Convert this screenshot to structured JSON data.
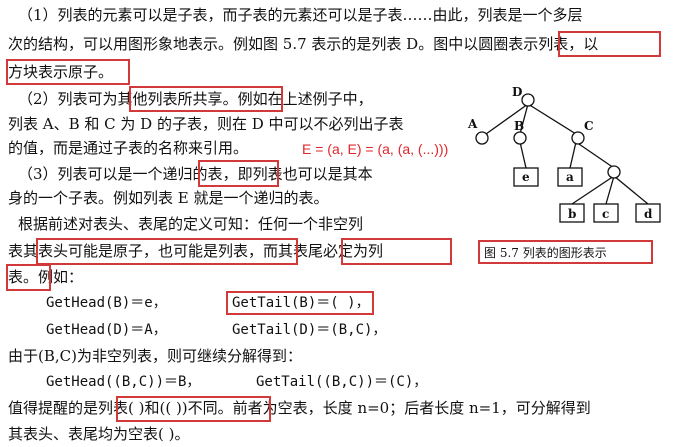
{
  "paragraphs": {
    "p1_l1": "（1）列表的元素可以是子表，而子表的元素还可以是子表……由此，列表是一个多层",
    "p1_l2a": "次的结构，可以用图形象地表示。例如图 5.7 表示的是列表 D。图中以",
    "p1_l2b": "圆圈表示列表",
    "p1_l2c": "，以",
    "p1_l3a": "方块表示原子",
    "p1_l3b": "。",
    "p2_l1a": "（2）列表可",
    "p2_l1b": "为其他列表所共享",
    "p2_l1c": "。例如在上述例子中，",
    "p2_l2": "列表 A、B 和 C 为 D 的子表，则在 D 中可以不必列出子表",
    "p2_l3": "的值，而是通过子表的名称来引用。",
    "p3_l1a": "（3）列表可以是一个",
    "p3_l1b": "递归的表",
    "p3_l1c": "，即列表也可以是其本",
    "p3_l2": "身的一个子表。例如列表 E 就是一个递归的表。",
    "p4_l1": "根据前述对表头、表尾的定义可知：任何一个非空列",
    "p4_l2a": "表其",
    "p4_l2b": "表头可能是原子，也可能是列表",
    "p4_l2c": "，而其",
    "p4_l2d": "表尾必定为列",
    "p4_l3a": "表",
    "p4_l3b": "。例如：",
    "ex1a": "GetHead(B)＝e，",
    "ex1b": "GetTail(B)＝( )，",
    "ex2a": "GetHead(D)＝A，",
    "ex2b": "GetTail(D)＝(B,C)，",
    "l_since": "由于(B,C)为非空列表，则可继续分解得到：",
    "ex3a": "GetHead((B,C))＝B，",
    "ex3b": "GetTail((B,C))＝(C)，",
    "l_note_a": "值得提醒的是",
    "l_note_b": "列表( )和(( ))不同",
    "l_note_c": "。前者为空表，长度 n=0；后者长度 n=1，可分解得到",
    "l_last": "其表头、表尾均为空表( )。"
  },
  "annotation": "E = (a, E) = (a, (a, (...)))",
  "figure": {
    "caption_prefix": "图 5.7   列表的",
    "caption_boxed": "图形表示",
    "nodes": {
      "D": "D",
      "A": "A",
      "B": "B",
      "C": "C",
      "e": "e",
      "a": "a",
      "b": "b",
      "c": "c",
      "d": "d"
    }
  },
  "colors": {
    "highlight_box": "#d23a3a",
    "annotation": "#e0262b"
  }
}
